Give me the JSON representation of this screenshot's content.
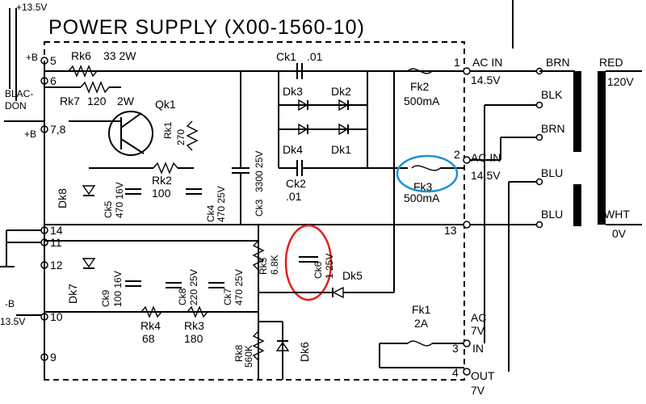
{
  "title": "POWER SUPPLY (X00-1560-10)",
  "top_left_voltage": "+13.5V",
  "bottom_left_voltage": "13.5V",
  "left_labels": {
    "b_plus": "+B",
    "b_plus2": "+B",
    "b_minus": "-B",
    "blac": "BLAC-",
    "don": "DON"
  },
  "pins": {
    "p5": "5",
    "p6": "6",
    "p78": "7,8",
    "p14": "14",
    "p11": "11",
    "p12": "12",
    "p10": "10",
    "p9": "9",
    "p1": "1",
    "p2": "2",
    "p13": "13",
    "p3": "3",
    "p4": "4"
  },
  "components": {
    "rk6": "Rk6",
    "rk6_val": "33 2W",
    "rk7": "Rk7",
    "rk7_val": "120",
    "rk7_w": "2W",
    "qk1": "Qk1",
    "rk1": "Rk1",
    "rk1_val": "270",
    "rk2": "Rk2",
    "rk2_val": "100",
    "ck4": "Ck4",
    "ck4_val": "470 25V",
    "ck5": "Ck5",
    "ck5_val": "470 16V",
    "dk8": "Dk8",
    "ck3": "Ck3",
    "ck3_val": "3300 25V",
    "ck1": "Ck1",
    "ck1_val": ".01",
    "dk3": "Dk3",
    "dk2": "Dk2",
    "dk4": "Dk4",
    "dk1": "Dk1",
    "ck2": "Ck2",
    "ck2_val": ".01",
    "fk2": "Fk2",
    "fk2_val": "500mA",
    "fk3": "Fk3",
    "fk3_val": "500mA",
    "fk1": "Fk1",
    "fk1_val": "2A",
    "dk7": "Dk7",
    "ck9": "Ck9",
    "ck9_val": "100 16V",
    "ck8": "Ck8",
    "ck8_val": "220 25V",
    "ck7": "Ck7",
    "ck7_val": "470 25V",
    "rk4": "Rk4",
    "rk4_val": "68",
    "rk3": "Rk3",
    "rk3_val": "180",
    "rk5": "Rk5",
    "rk5_val": "6.8K",
    "ck6": "Ck6",
    "ck6_val": "1 25V",
    "dk5": "Dk5",
    "rk8": "Rk8",
    "rk8_val": "560K",
    "dk6": "Dk6"
  },
  "right_labels": {
    "ac_in": "AC IN",
    "v145_1": "14.5V",
    "ac_in2": "AC IN",
    "v145_2": "14.5V",
    "ac": "AC",
    "v7": "7V",
    "in": "IN",
    "out": "OUT",
    "v7b": "7V"
  },
  "transformer": {
    "brn1": "BRN",
    "blk": "BLK",
    "brn2": "BRN",
    "blu1": "BLU",
    "blu2": "BLU",
    "red": "RED",
    "v120": "120V",
    "wht": "WHT",
    "v0": "0V"
  },
  "highlights": {
    "blue": "#1e90d6",
    "red": "#e0201e"
  }
}
